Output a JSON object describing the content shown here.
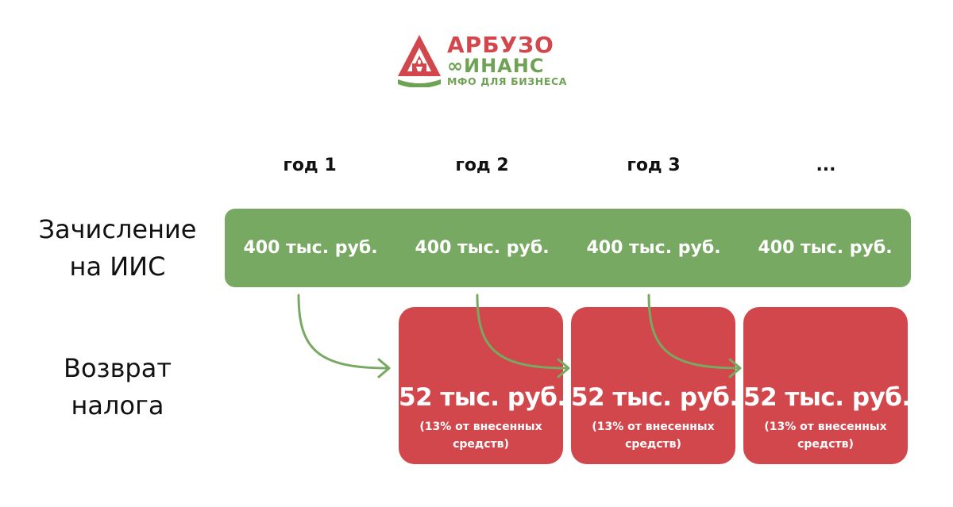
{
  "logo": {
    "line1": "АРБУЗО",
    "line2": "∞ИНАНС",
    "line3": "МФО ДЛЯ БИЗНЕСА",
    "colors": {
      "red": "#D2474C",
      "green": "#6FA255"
    }
  },
  "years": [
    "год 1",
    "год 2",
    "год 3",
    "..."
  ],
  "rows": {
    "deposit": {
      "label_line1": "Зачисление",
      "label_line2": "на ИИС"
    },
    "refund": {
      "label_line1": "Возврат",
      "label_line2": "налога"
    }
  },
  "deposits": [
    "400 тыс. руб.",
    "400 тыс. руб.",
    "400 тыс. руб.",
    "400 тыс. руб."
  ],
  "refunds": [
    {
      "amount": "52 тыс. руб.",
      "note_line1": "(13% от внесенных",
      "note_line2": "средств)"
    },
    {
      "amount": "52 тыс. руб.",
      "note_line1": "(13% от внесенных",
      "note_line2": "средств)"
    },
    {
      "amount": "52 тыс. руб.",
      "note_line1": "(13% от внесенных",
      "note_line2": "средств)"
    }
  ],
  "colors": {
    "deposit_bar": "#78A962",
    "refund_box": "#D2474C",
    "arrow": "#78A962"
  }
}
